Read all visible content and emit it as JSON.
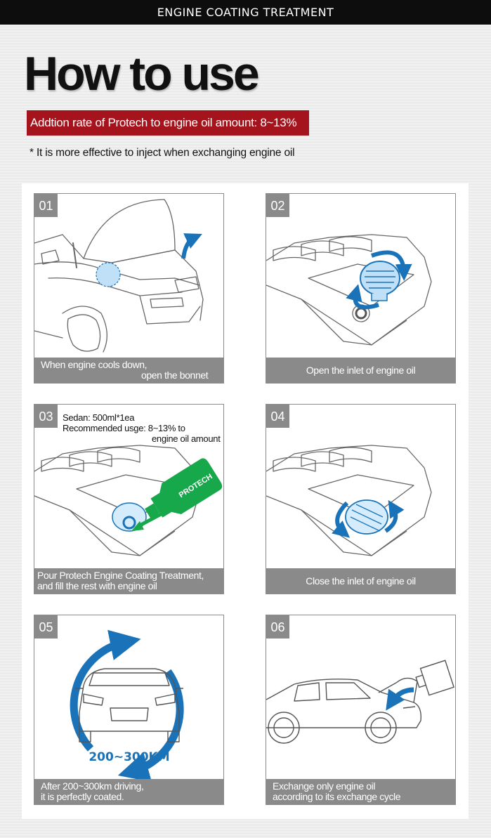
{
  "header": {
    "bar_title": "ENGINE COATING TREATMENT"
  },
  "title": "How to use",
  "rate_banner": "Addtion rate of Protech to engine oil amount: 8~13%",
  "note": "* It is more effective to inject when exchanging engine oil",
  "colors": {
    "banner_red": "#a5141c",
    "accent_blue": "#1a73b8",
    "protech_green": "#16a84a",
    "caption_gray": "#8a8a8a"
  },
  "steps": [
    {
      "num": "01",
      "caption_line1": "When engine cools down,",
      "caption_line2": "open the bonnet",
      "icon": "open-bonnet-illustration"
    },
    {
      "num": "02",
      "caption": "Open the inlet of engine oil",
      "icon": "open-oil-cap-illustration"
    },
    {
      "num": "03",
      "caption_line1": "Pour Protech Engine Coating Treatment,",
      "caption_line2": "and fill the rest with engine oil",
      "note_line1": "Sedan: 500ml*1ea",
      "note_line2": "Recommended usge: 8~13% to",
      "note_line3": "engine oil amount",
      "bottle_label": "PROTECH",
      "icon": "pour-bottle-illustration"
    },
    {
      "num": "04",
      "caption": "Close the inlet of engine oil",
      "icon": "close-oil-cap-illustration"
    },
    {
      "num": "05",
      "caption_line1": "After 200~300km driving,",
      "caption_line2": "it is perfectly coated.",
      "distance_label": "200~300KM",
      "icon": "driving-cycle-illustration"
    },
    {
      "num": "06",
      "caption_line1": "Exchange only engine oil",
      "caption_line2": "according to its exchange cycle",
      "icon": "exchange-oil-illustration"
    }
  ]
}
